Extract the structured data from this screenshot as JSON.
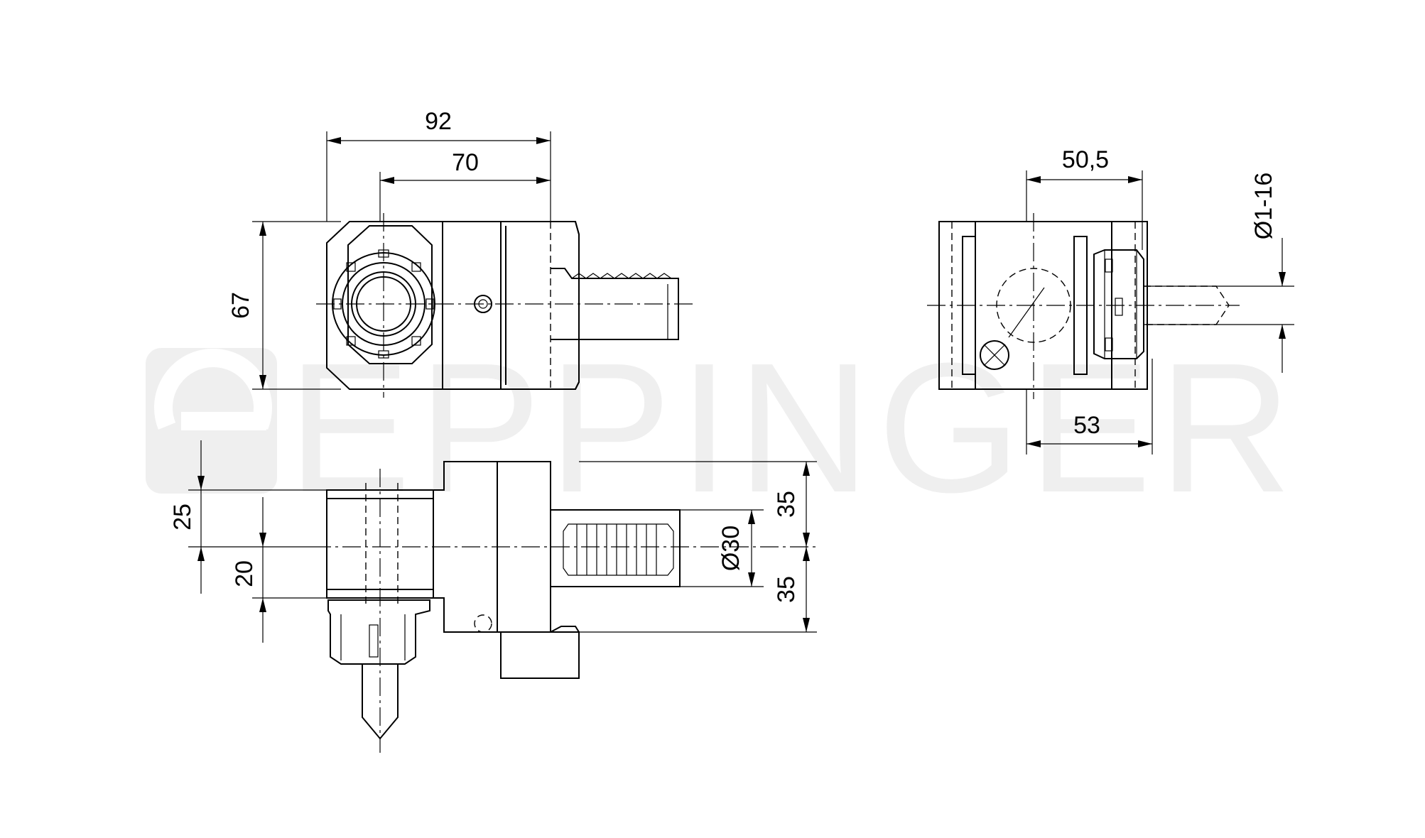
{
  "watermark": {
    "text": "EPPINGER",
    "color": "#efefef"
  },
  "dimensions": {
    "front_width_total": "92",
    "front_width_shank": "70",
    "front_height": "67",
    "side_width_top": "50,5",
    "side_width_bottom": "53",
    "side_collet_range": "Ø1-16",
    "bottom_offset_upper": "25",
    "bottom_offset_lower": "20",
    "shank_diameter": "Ø30",
    "shank_half_upper": "35",
    "shank_half_lower": "35"
  },
  "icons": {
    "logo": "eppinger-logo-icon"
  }
}
